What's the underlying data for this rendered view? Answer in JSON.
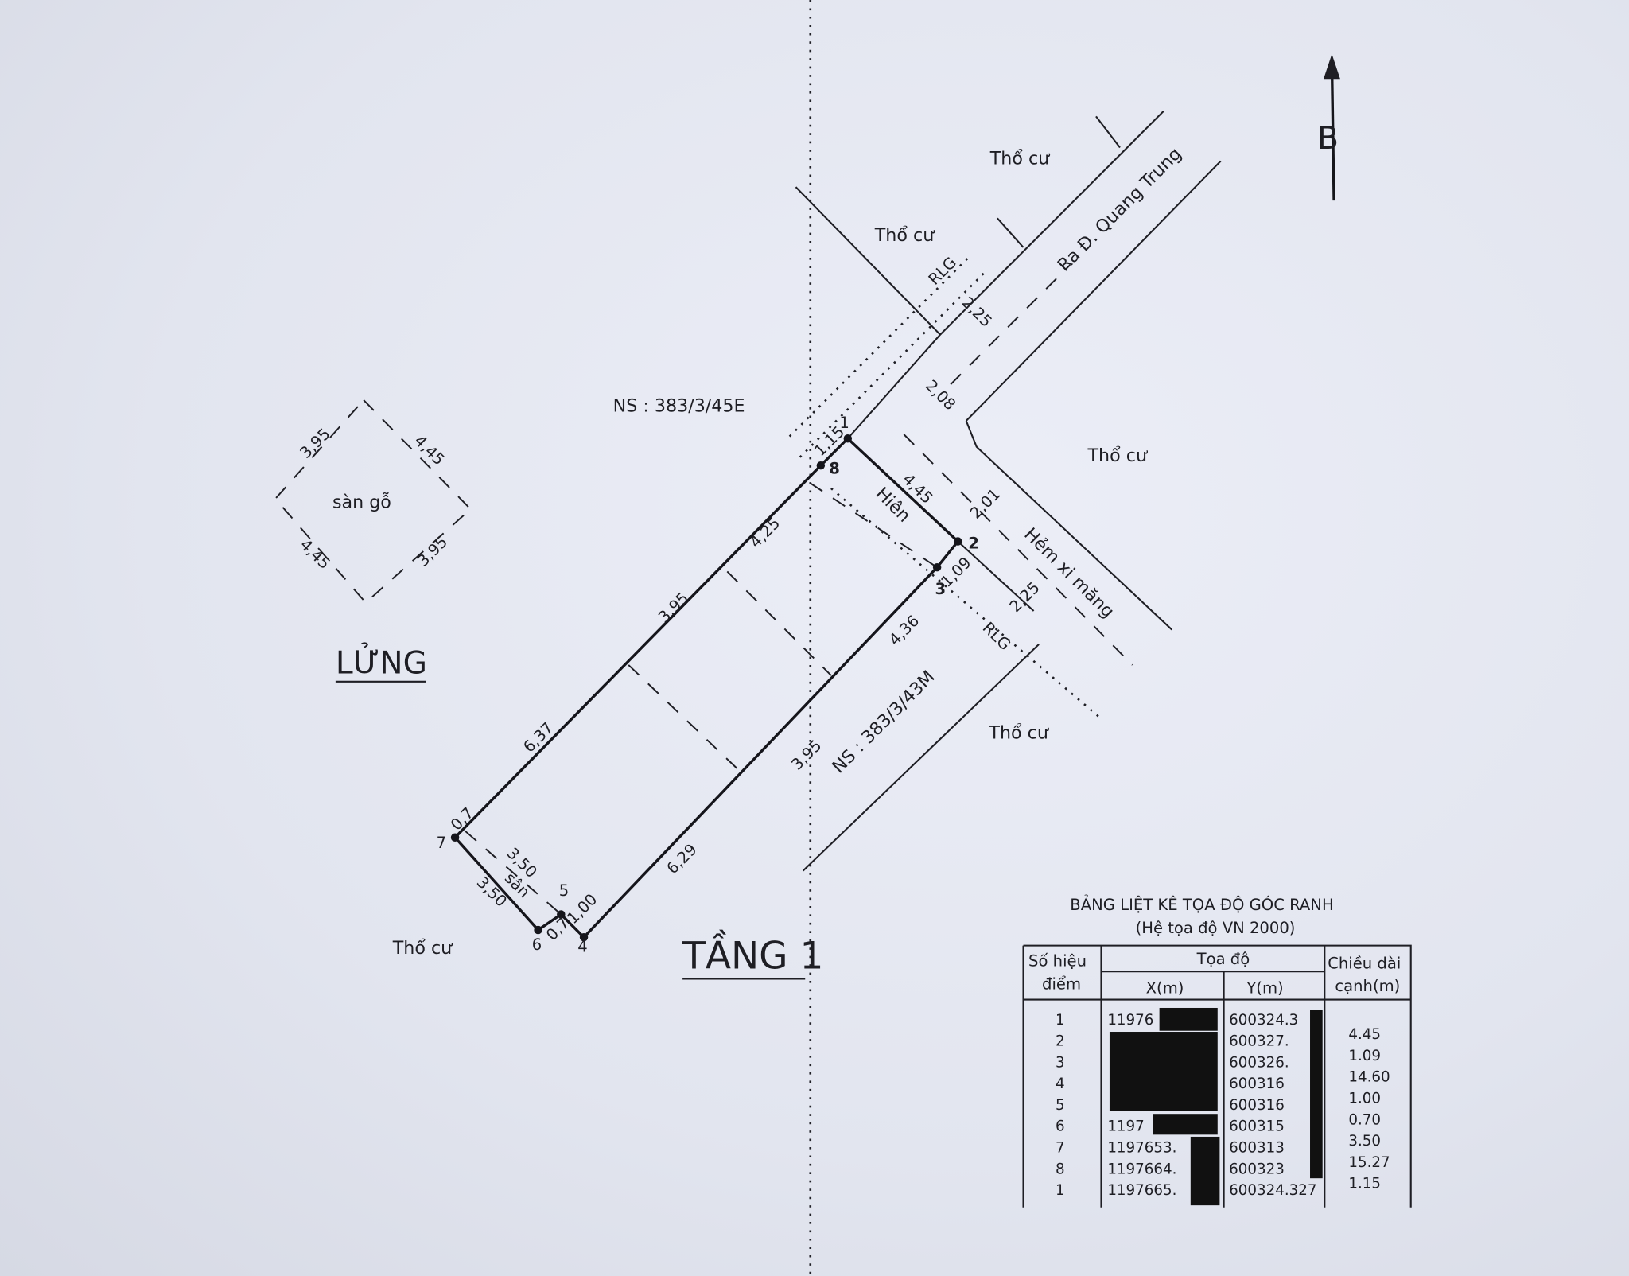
{
  "north": {
    "label": "B"
  },
  "neighbors": {
    "label": "Thổ cư"
  },
  "roads": {
    "main": "Ra Đ. Quang Trung",
    "alley": "Hẻm xi măng",
    "rlg": "RLG"
  },
  "parcels": {
    "north_house": "NS : 383/3/45E",
    "south_house": "NS : 383/3/43M"
  },
  "parcel_labels": {
    "porch": "Hiên",
    "yard": "sân"
  },
  "dimensions": {
    "road_w1": "2,25",
    "road_w2": "2,08",
    "alley_w1": "2,01",
    "alley_w2": "2,25",
    "d_1_2": "4,45",
    "d_2_3": "1,09",
    "d_8_1": "1,15",
    "left_a": "4,25",
    "left_b": "3,95",
    "left_c": "6,37",
    "left_d": "0,7",
    "right_a": "4,36",
    "right_b": "3,95",
    "right_c": "6,29",
    "d_4_5": "1,00",
    "d_5_6": "0,7",
    "yard_a": "3,50",
    "yard_b": "3,50"
  },
  "points": [
    "1",
    "2",
    "3",
    "4",
    "5",
    "6",
    "7",
    "8"
  ],
  "mezzanine": {
    "title": "LỬNG",
    "label": "sàn gỗ",
    "dims": [
      "3,95",
      "4,45",
      "4,45",
      "3,95"
    ]
  },
  "floor1": {
    "title": "TẦNG 1"
  },
  "table": {
    "title": "BẢNG LIỆT KÊ TỌA ĐỘ GÓC RANH",
    "subtitle": "(Hệ tọa độ VN 2000)",
    "headers": {
      "point_line1": "Số hiệu",
      "point_line2": "điểm",
      "coord": "Tọa độ",
      "x": "X(m)",
      "y": "Y(m)",
      "len_line1": "Chiều dài",
      "len_line2": "cạnh(m)"
    },
    "rows": [
      {
        "point": "1",
        "x": "11976",
        "y": "600324.3"
      },
      {
        "point": "2",
        "x": "",
        "y": "600327."
      },
      {
        "point": "3",
        "x": "",
        "y": "600326."
      },
      {
        "point": "4",
        "x": "",
        "y": "600316"
      },
      {
        "point": "5",
        "x": "",
        "y": "600316"
      },
      {
        "point": "6",
        "x": "1197",
        "y": "600315"
      },
      {
        "point": "7",
        "x": "1197653.",
        "y": "600313"
      },
      {
        "point": "8",
        "x": "1197664.",
        "y": "600323"
      },
      {
        "point": "1",
        "x": "1197665.",
        "y": "600324.327"
      }
    ],
    "lengths": [
      "4.45",
      "1.09",
      "14.60",
      "1.00",
      "0.70",
      "3.50",
      "15.27",
      "1.15"
    ]
  }
}
